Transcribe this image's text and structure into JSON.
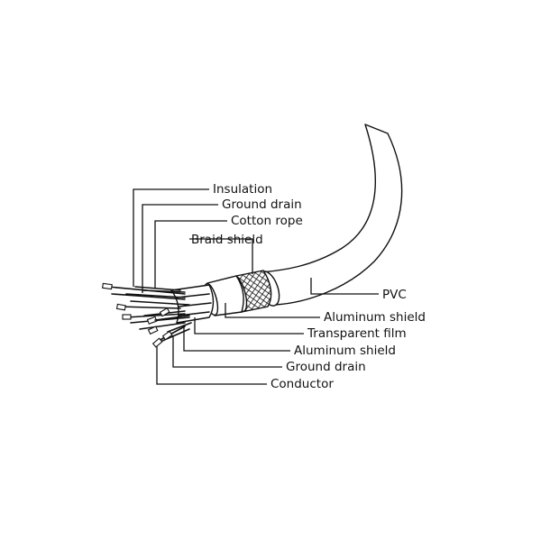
{
  "labels": {
    "insulation": "Insulation",
    "ground_drain_top": "Ground drain",
    "cotton_rope": "Cotton rope",
    "braid_shield": "Braid shield",
    "pvc": "PVC",
    "aluminum_shield_1": "Aluminum shield",
    "transparent_film": "Transparent film",
    "aluminum_shield_2": "Aluminum shield",
    "ground_drain_bottom": "Ground drain",
    "conductor": "Conductor"
  }
}
